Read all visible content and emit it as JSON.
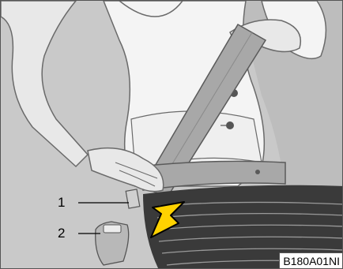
{
  "figure": {
    "callouts": [
      {
        "number": "1"
      },
      {
        "number": "2"
      }
    ],
    "code": "B180A01NI"
  },
  "colors": {
    "background": "#c9c9c9",
    "skin": "#e8e8e8",
    "blouse": "#f4f4f4",
    "belt": "#a8a8a8",
    "skirt": "#3a3a3a",
    "arrow_fill": "#ffd200",
    "arrow_stroke": "#000000"
  }
}
